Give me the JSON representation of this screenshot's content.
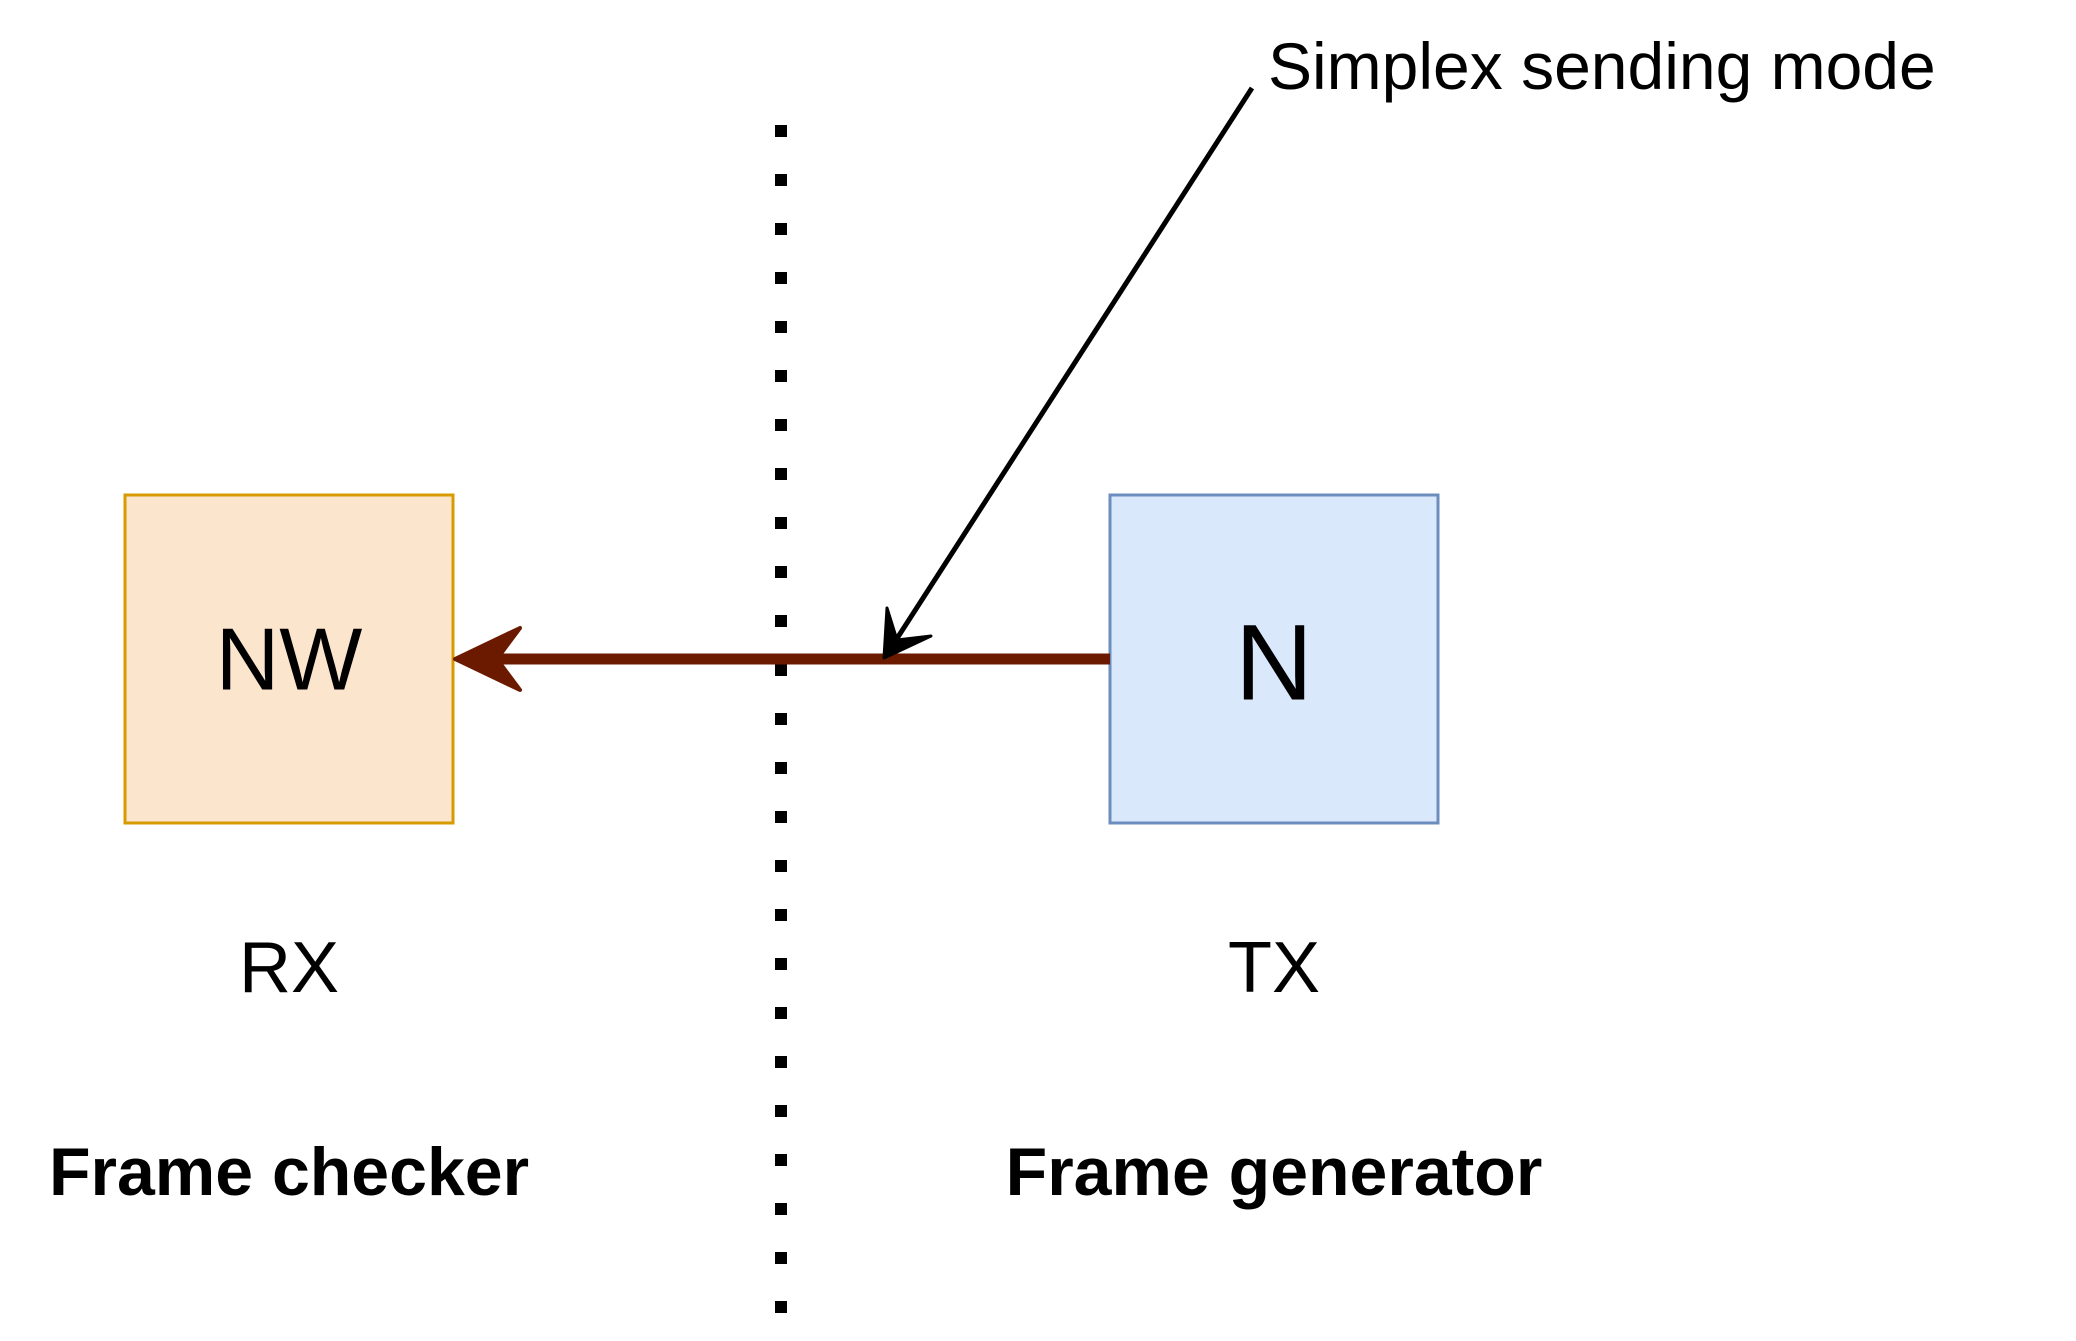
{
  "diagram": {
    "annotation": "Simplex sending mode",
    "receiver": {
      "node_label": "NW",
      "role": "RX",
      "function": "Frame checker",
      "fill": "#fce5cd",
      "stroke": "#d79b00"
    },
    "transmitter": {
      "node_label": "N",
      "role": "TX",
      "function": "Frame generator",
      "fill": "#dae8fc",
      "stroke": "#6c8ebf"
    },
    "link_color": "#6b1a00",
    "divider_color": "#000000",
    "pointer_color": "#000000"
  }
}
